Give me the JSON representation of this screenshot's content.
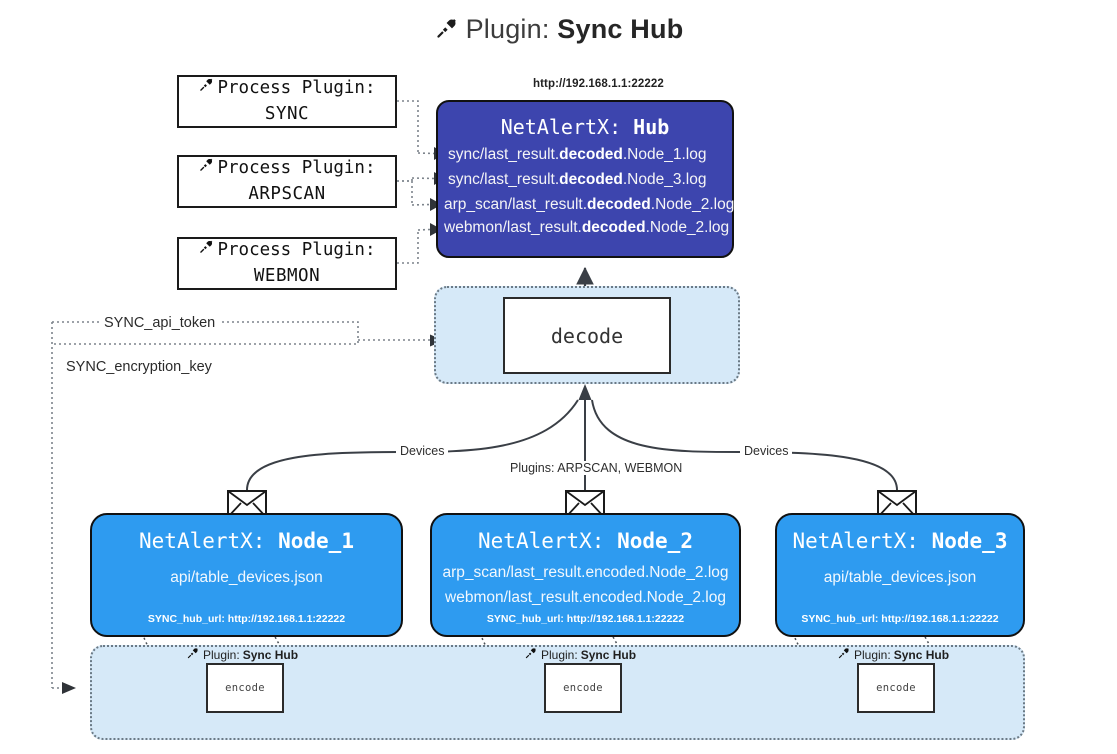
{
  "title": {
    "icon": "plug-icon",
    "prefix": "Plugin:",
    "name": "Sync Hub"
  },
  "process_plugins": [
    {
      "icon": "plug-icon",
      "line1": "Process Plugin:",
      "line2": "SYNC"
    },
    {
      "icon": "plug-icon",
      "line1": "Process Plugin:",
      "line2": "ARPSCAN"
    },
    {
      "icon": "plug-icon",
      "line1": "Process Plugin:",
      "line2": "WEBMON"
    }
  ],
  "hub": {
    "url": "http://192.168.1.1:22222",
    "title_prefix": "NetAlertX:",
    "title_name": "Hub",
    "rows": [
      {
        "pre": "sync/last_result.",
        "em": "decoded",
        "post": ".Node_1.log"
      },
      {
        "pre": "sync/last_result.",
        "em": "decoded",
        "post": ".Node_3.log"
      },
      {
        "pre": "arp_scan/last_result.",
        "em": "decoded",
        "post": ".Node_2.log"
      },
      {
        "pre": "webmon/last_result.",
        "em": "decoded",
        "post": ".Node_2.log"
      }
    ]
  },
  "decode": {
    "label": "decode"
  },
  "secrets": [
    {
      "label": "SYNC_api_token"
    },
    {
      "label": "SYNC_encryption_key"
    }
  ],
  "edge_labels": {
    "devices_left": "Devices",
    "devices_right": "Devices",
    "plugins_center": "Plugins: ARPSCAN, WEBMON"
  },
  "nodes": [
    {
      "icon": "envelope-icon",
      "title_prefix": "NetAlertX:",
      "title_name": "Node_1",
      "lines": [
        "api/table_devices.json"
      ],
      "footer": "SYNC_hub_url: http://192.168.1.1:22222"
    },
    {
      "icon": "envelope-icon",
      "title_prefix": "NetAlertX:",
      "title_name": "Node_2",
      "lines": [
        "arp_scan/last_result.encoded.Node_2.log",
        "webmon/last_result.encoded.Node_2.log"
      ],
      "footer": "SYNC_hub_url: http://192.168.1.1:22222"
    },
    {
      "icon": "envelope-icon",
      "title_prefix": "NetAlertX:",
      "title_name": "Node_3",
      "lines": [
        "api/table_devices.json"
      ],
      "footer": "SYNC_hub_url: http://192.168.1.1:22222"
    }
  ],
  "encoders": [
    {
      "icon": "plug-icon",
      "caption_prefix": "Plugin:",
      "caption_name": "Sync Hub",
      "label": "encode"
    },
    {
      "icon": "plug-icon",
      "caption_prefix": "Plugin:",
      "caption_name": "Sync Hub",
      "label": "encode"
    },
    {
      "icon": "plug-icon",
      "caption_prefix": "Plugin:",
      "caption_name": "Sync Hub",
      "label": "encode"
    }
  ],
  "colors": {
    "hub_fill": "#3d45ae",
    "node_fill": "#2e9bf0",
    "container_fill": "#d6e9f8",
    "stroke": "#111111",
    "dotted": "#6b7a86"
  }
}
